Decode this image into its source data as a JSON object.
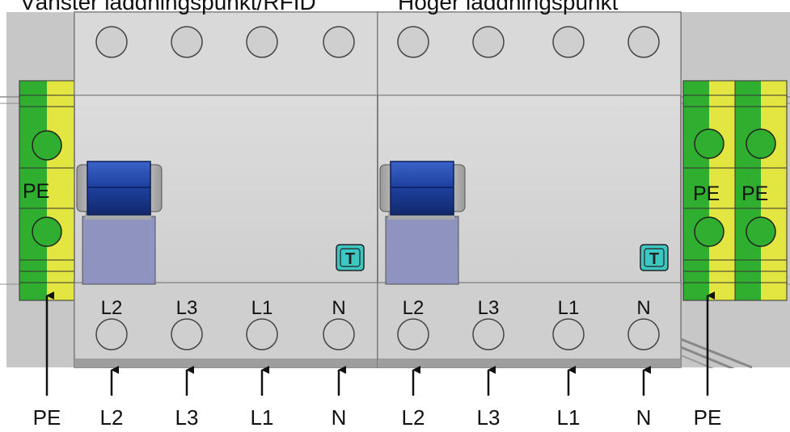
{
  "titles": {
    "left": "Vänster laddningspunkt/RFID",
    "right": "Höger laddningspunkt"
  },
  "colors": {
    "background": "#ffffff",
    "panel": "#c8c8c8",
    "breaker": "#d4d4d4",
    "terminal_green": "#2fae2f",
    "terminal_yellow": "#e8ea3a",
    "lever_blue": "#1d3f9e",
    "test_button": "#3ec7c2"
  },
  "left_breaker": {
    "terminal_labels": [
      "L2",
      "L3",
      "L1",
      "N"
    ],
    "test_button_icon": "T",
    "lever_icon": "lever-switch-icon"
  },
  "right_breaker": {
    "terminal_labels": [
      "L2",
      "L3",
      "L1",
      "N"
    ],
    "test_button_icon": "T",
    "lever_icon": "lever-switch-icon"
  },
  "pe_blocks": {
    "left": [
      "PE"
    ],
    "right": [
      "PE",
      "PE"
    ]
  },
  "bottom_labels": [
    "PE",
    "L2",
    "L3",
    "L1",
    "N",
    "L2",
    "L3",
    "L1",
    "N",
    "PE"
  ]
}
